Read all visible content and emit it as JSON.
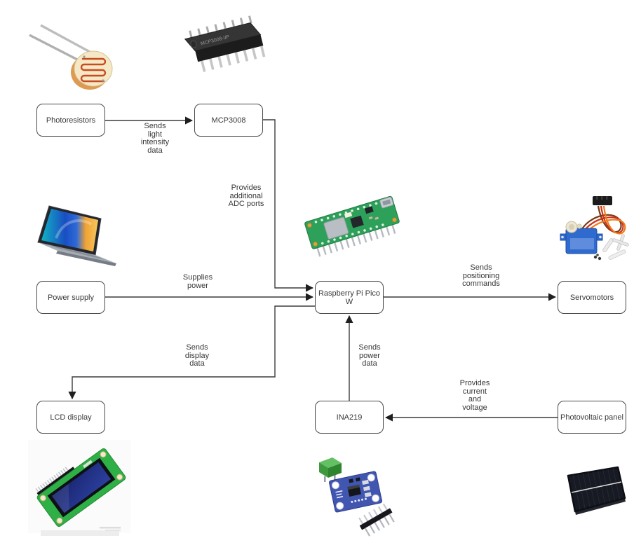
{
  "diagram": {
    "nodes": [
      {
        "id": "photoresistors",
        "label": "Photoresistors"
      },
      {
        "id": "mcp3008",
        "label": "MCP3008"
      },
      {
        "id": "power-supply",
        "label": "Power supply"
      },
      {
        "id": "raspberry-pi-pico-w",
        "label": "Raspberry Pi Pico W"
      },
      {
        "id": "servomotors",
        "label": "Servomotors"
      },
      {
        "id": "lcd-display",
        "label": "LCD display"
      },
      {
        "id": "ina219",
        "label": "INA219"
      },
      {
        "id": "photovoltaic-panel",
        "label": "Photovoltaic panel"
      }
    ],
    "edges": [
      {
        "from": "Photoresistors",
        "to": "MCP3008",
        "label": "Sends\nlight\nintensity\ndata"
      },
      {
        "from": "MCP3008",
        "to": "Raspberry Pi Pico W",
        "label": "Provides\nadditional\nADC ports"
      },
      {
        "from": "Power supply",
        "to": "Raspberry Pi Pico W",
        "label": "Supplies\npower"
      },
      {
        "from": "Raspberry Pi Pico W",
        "to": "Servomotors",
        "label": "Sends\npositioning\ncommands"
      },
      {
        "from": "Raspberry Pi Pico W",
        "to": "LCD display",
        "label": "Sends\ndisplay\ndata"
      },
      {
        "from": "INA219",
        "to": "Raspberry Pi Pico W",
        "label": "Sends\npower\ndata"
      },
      {
        "from": "Photovoltaic panel",
        "to": "INA219",
        "label": "Provides\ncurrent\nand\nvoltage"
      }
    ]
  },
  "illustrations": {
    "mcp3008_marking": "MCP3008-I/P",
    "items": [
      "photoresistor-photo",
      "mcp3008-chip-photo",
      "laptop-photo",
      "raspberry-pi-pico-w-photo",
      "servo-motor-photo",
      "lcd-1602-photo",
      "ina219-breakout-photo",
      "solar-panel-photo"
    ]
  },
  "style": {
    "background": "#ffffff",
    "line_color": "#3c3c3c",
    "box_border": "#4a4a4a",
    "box_fill": "#ffffff",
    "text_color": "#383838"
  }
}
